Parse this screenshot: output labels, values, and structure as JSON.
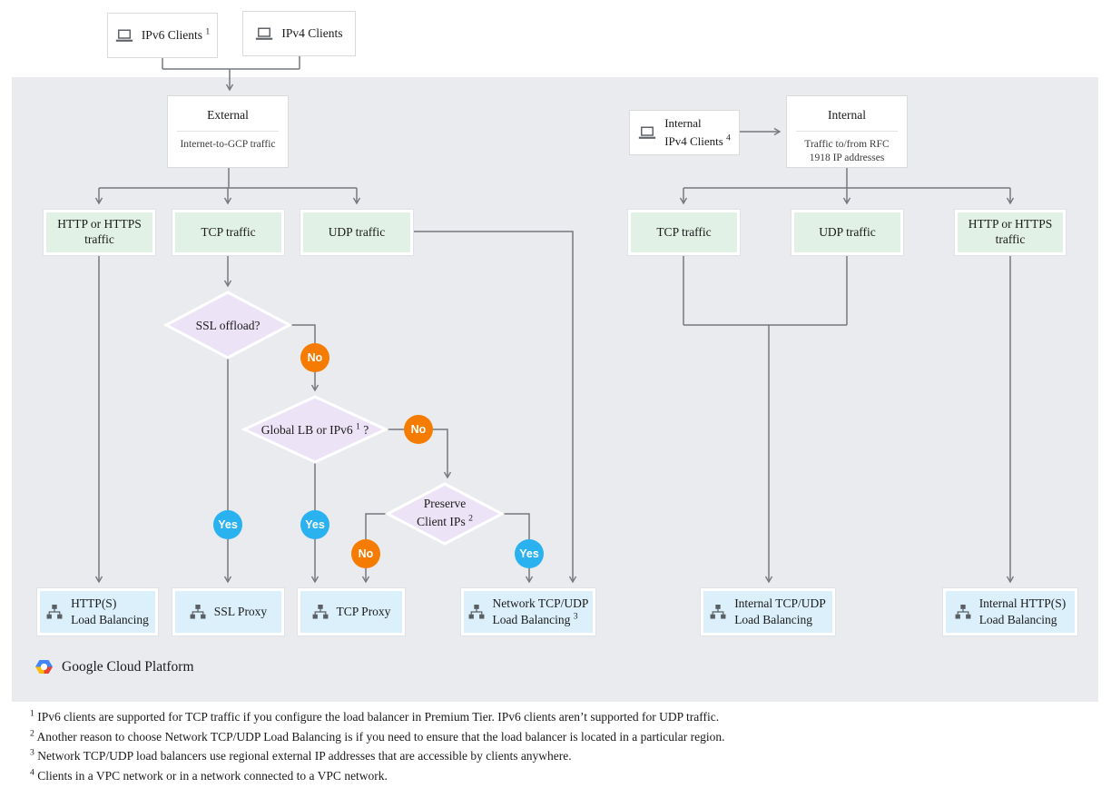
{
  "diagram": {
    "clients": {
      "ipv6": {
        "label": "IPv6 Clients",
        "sup": "1"
      },
      "ipv4": {
        "label": "IPv4 Clients"
      }
    },
    "external": {
      "title": "External",
      "subtitle": "Internet-to-GCP traffic"
    },
    "internal_clients": {
      "line1": "Internal",
      "line2": "IPv4 Clients",
      "sup": "4"
    },
    "internal": {
      "title": "Internal",
      "subtitle": "Traffic to/from RFC 1918 IP addresses"
    },
    "traffic_boxes": {
      "ext_http": {
        "line1": "HTTP or HTTPS",
        "line2": "traffic"
      },
      "ext_tcp": {
        "label": "TCP traffic"
      },
      "ext_udp": {
        "label": "UDP traffic"
      },
      "int_tcp": {
        "label": "TCP traffic"
      },
      "int_udp": {
        "label": "UDP traffic"
      },
      "int_http": {
        "line1": "HTTP or HTTPS",
        "line2": "traffic"
      }
    },
    "decisions": {
      "ssl_offload": {
        "label": "SSL offload?"
      },
      "global_lb": {
        "pre": "Global LB or IPv6",
        "sup": "1",
        "post": "?"
      },
      "preserve_ips": {
        "line1": "Preserve",
        "line2": "Client IPs",
        "sup": "2"
      }
    },
    "branch": {
      "yes": "Yes",
      "no": "No"
    },
    "results": {
      "https_lb": {
        "line1": "HTTP(S)",
        "line2": "Load Balancing"
      },
      "ssl_proxy": {
        "line1": "SSL Proxy"
      },
      "tcp_proxy": {
        "line1": "TCP Proxy"
      },
      "network_lb": {
        "line1": "Network TCP/UDP",
        "line2": "Load Balancing",
        "sup": "3"
      },
      "internal_tcp_lb": {
        "line1": "Internal TCP/UDP",
        "line2": "Load Balancing"
      },
      "internal_http_lb": {
        "line1": "Internal HTTP(S)",
        "line2": "Load Balancing"
      }
    },
    "brand": {
      "name": "Google Cloud Platform"
    }
  },
  "footnotes": [
    {
      "sup": "1",
      "text": "IPv6 clients are supported for TCP traffic if you configure the load balancer in Premium Tier. IPv6 clients aren’t supported for UDP traffic."
    },
    {
      "sup": "2",
      "text": "Another reason to choose Network TCP/UDP Load Balancing is if you need to ensure that the load balancer is located in a particular region."
    },
    {
      "sup": "3",
      "text": "Network TCP/UDP load balancers use regional external IP addresses that are accessible by clients anywhere."
    },
    {
      "sup": "4",
      "text": "Clients in a VPC network or in a network connected to a VPC network."
    }
  ],
  "colors": {
    "background_panel": "#e9ebee",
    "traffic_box": "#e2f1e5",
    "decision_diamond": "#ece4f6",
    "result_box": "#dcf0fb",
    "yes_circle": "#29b1f0",
    "no_circle": "#f57c00",
    "connector": "#75787d"
  }
}
